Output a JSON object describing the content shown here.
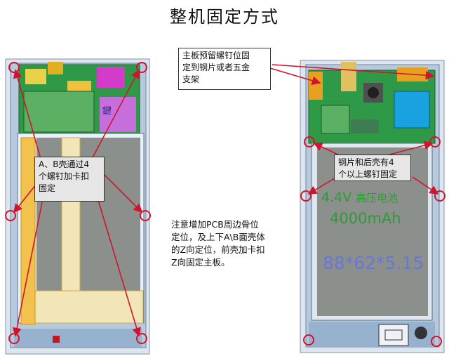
{
  "title": "整机固定方式",
  "callouts": {
    "left_box": "A、B壳通过4\n个螺钉加卡扣\n固定",
    "top_right_box": "主板预留螺钉位固\n定到钢片或者五金\n支架",
    "middle_note": "注意增加PCB周边骨位\n定位，及上下A\\B面壳体\n的Z向定位，前壳加卡扣\nZ向固定主板。",
    "right_box": "钢片和后壳有4\n个以上螺钉固定"
  },
  "battery_label": {
    "line1": "4.4V",
    "line1b": "高压电池",
    "line2": "4000mAh",
    "line3": "88*62*5.15"
  },
  "component_label": "鍵",
  "colors": {
    "screw_red": "#d0142c",
    "arrow_red": "#d0142c",
    "battery_grey": "#8c908c",
    "board_green": "#1f8a3a",
    "frame_blue": "#c8d6e6",
    "flex_yellow": "#f2e6b8"
  }
}
